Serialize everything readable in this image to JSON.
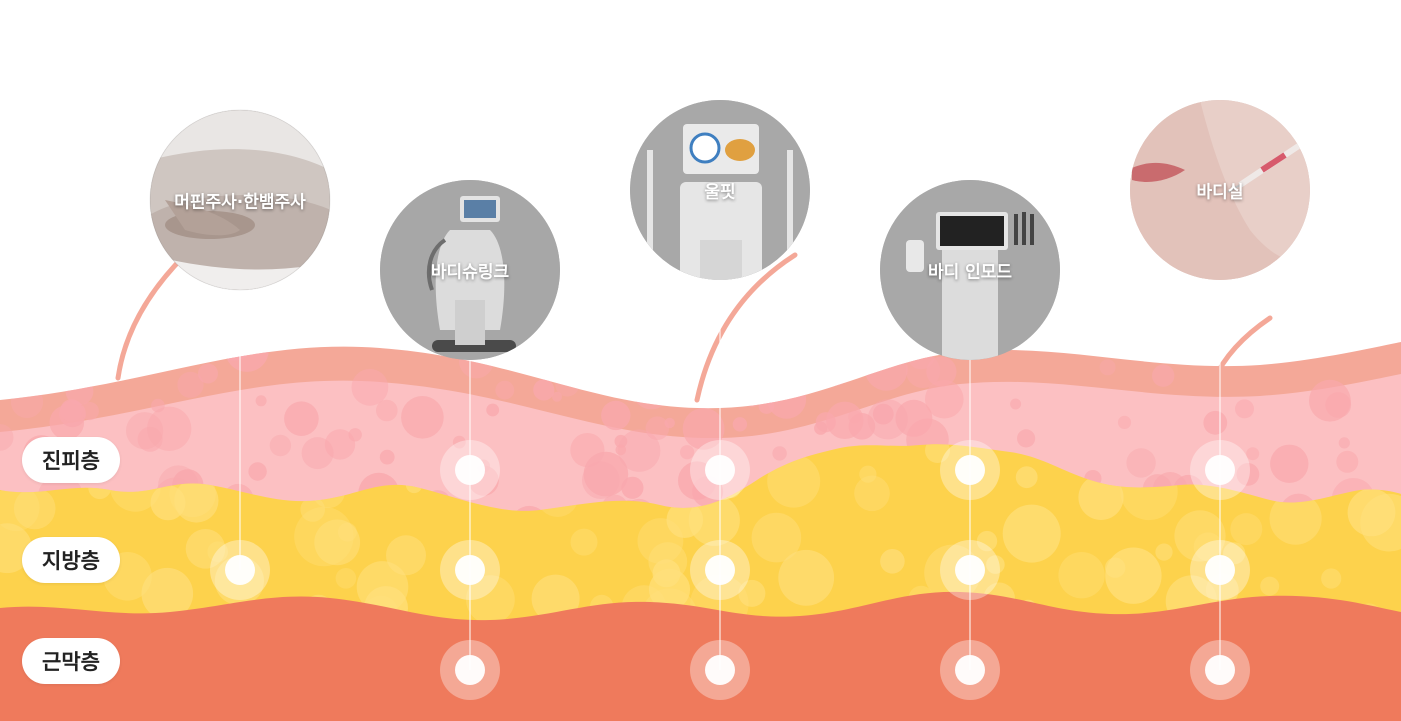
{
  "layers": {
    "dermis": "진피층",
    "fat": "지방층",
    "fascia": "근막층"
  },
  "treatments": [
    {
      "name": "머핀주사·한뱀주사",
      "layers": [
        "fat"
      ],
      "image": "abdomen-pinch"
    },
    {
      "name": "바디슈링크",
      "layers": [
        "dermis",
        "fat",
        "fascia"
      ],
      "image": "hifu-device"
    },
    {
      "name": "울핏",
      "layers": [
        "dermis",
        "fat",
        "fascia"
      ],
      "image": "ulfit-device"
    },
    {
      "name": "바디 인모드",
      "layers": [
        "dermis",
        "fat",
        "fascia"
      ],
      "image": "inmode-device"
    },
    {
      "name": "바디실",
      "layers": [
        "dermis",
        "fat",
        "fascia"
      ],
      "image": "thread-lift-face"
    }
  ],
  "colors": {
    "epidermis": "#f4a898",
    "dermis": "#fcc0c2",
    "dermis_bubble": "#f9a8ad",
    "fat": "#fdd24c",
    "fat_bubble": "#ffe07e",
    "fascia": "#ef7a5c",
    "circle_bg": "#a9a9a9",
    "target_dot": "#ffffff"
  }
}
